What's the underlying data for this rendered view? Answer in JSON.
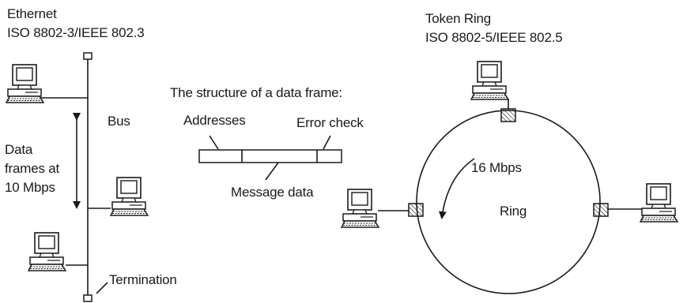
{
  "ethernet": {
    "title": "Ethernet",
    "standard": "ISO 8802-3/IEEE 802.3",
    "bus_label": "Bus",
    "speed_lines": [
      "Data",
      "frames at",
      "10 Mbps"
    ],
    "termination_label": "Termination"
  },
  "frame": {
    "heading": "The structure of a data frame:",
    "addresses_label": "Addresses",
    "error_check_label": "Error check",
    "message_label": "Message data"
  },
  "token_ring": {
    "title": "Token Ring",
    "standard": "ISO 8802-5/IEEE 802.5",
    "speed_label": "16 Mbps",
    "ring_label": "Ring"
  },
  "icons": [
    "computer-icon",
    "terminator-icon",
    "ring-connector-icon",
    "direction-arrow-icon"
  ],
  "colors": {
    "line": "#1a1a1a",
    "background": "#ffffff"
  }
}
